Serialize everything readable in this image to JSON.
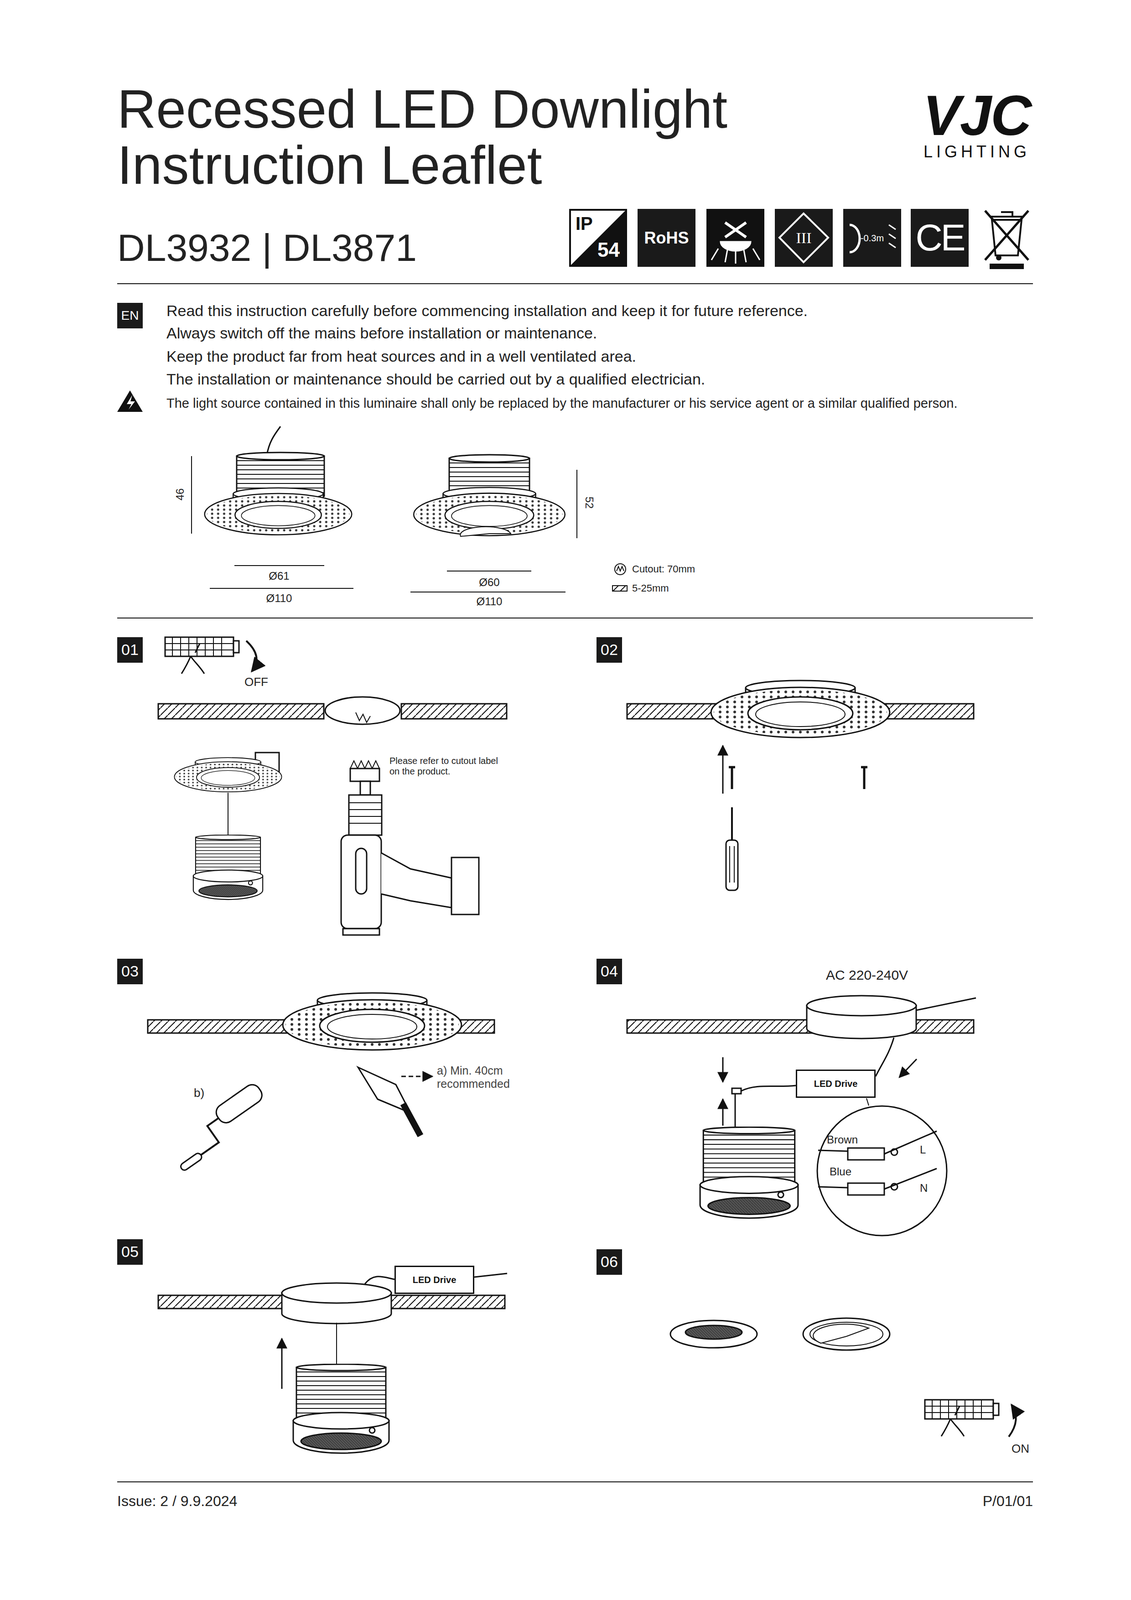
{
  "diagram": {
    "title": "Recessed LED Downlight Instruction Leaflet",
    "nodes": [
      {
        "text": [
          "IP",
          "54"
        ]
      },
      {
        "text": [
          "RoHS"
        ]
      },
      {
        "text": [
          "III"
        ]
      },
      {
        "text": [
          "-0.3m"
        ]
      },
      {
        "text": [
          "CE"
        ]
      },
      {
        "text": [
          "EN"
        ]
      },
      {
        "text": [
          "01"
        ]
      },
      {
        "text": [
          "02"
        ]
      },
      {
        "text": [
          "03"
        ]
      },
      {
        "text": [
          "04"
        ]
      },
      {
        "text": [
          "LED Drive"
        ]
      },
      {
        "text": [
          "Brown",
          "L",
          "Blue",
          "N"
        ]
      },
      {
        "text": [
          "05"
        ]
      },
      {
        "text": [
          "LED Drive"
        ]
      },
      {
        "text": [
          "06"
        ]
      }
    ],
    "labels": [
      "VJC",
      "LIGHTING",
      "DL3932 | DL3871",
      "Read this instruction carefully before commencing installation and keep it for future reference.",
      "Always switch off the mains before installation or maintenance.",
      "Keep the product far from heat sources and in a well ventilated area.",
      "The installation or maintenance should be carried out by a qualified electrician.",
      "The light source contained in this luminaire shall only be replaced by the manufacturer or his service agent or a similar qualified person.",
      "46",
      "Ø61",
      "Ø110",
      "Ø60",
      "Ø110",
      "52",
      "Cutout: 70mm",
      "5-25mm",
      "OFF",
      "Please refer to cutout label on the product.",
      "b)",
      "a) Min. 40cm recommended",
      "AC 220-240V",
      "ON",
      "Issue: 2 / 9.9.2024",
      "P/01/01"
    ]
  }
}
